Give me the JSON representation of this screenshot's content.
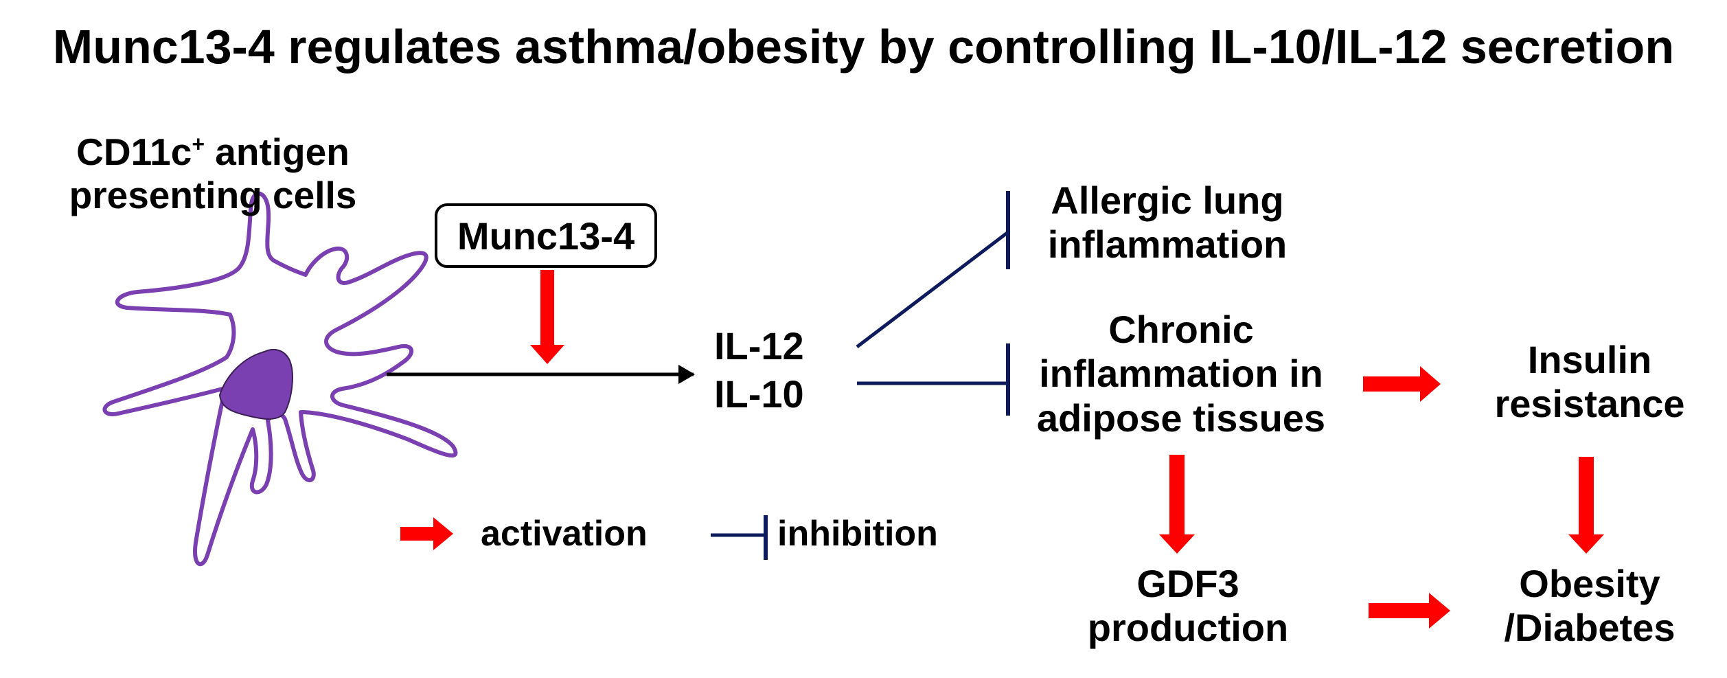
{
  "title": "Munc13-4 regulates asthma/obesity by controlling IL-10/IL-12 secretion",
  "cell_label": {
    "main": "CD11c",
    "sup": "+",
    "rest": " antigen",
    "line2": "presenting cells"
  },
  "nodes": {
    "munc": "Munc13-4",
    "il12": "IL-12",
    "il10": "IL-10",
    "allergic": {
      "line1": "Allergic lung",
      "line2": "inflammation"
    },
    "chronic": {
      "line1": "Chronic",
      "line2": "inflammation in",
      "line3": "adipose tissues"
    },
    "insulin": {
      "line1": "Insulin",
      "line2": "resistance"
    },
    "gdf3": {
      "line1": "GDF3",
      "line2": "production"
    },
    "obesity": {
      "line1": "Obesity",
      "line2": "/Diabetes"
    }
  },
  "legend": {
    "activation": "activation",
    "inhibition": "inhibition"
  },
  "colors": {
    "activation": "#ff0000",
    "inhibition": "#0d1a5c",
    "cell_outline": "#7a3fb0",
    "nucleus": "#7a3fb0"
  }
}
